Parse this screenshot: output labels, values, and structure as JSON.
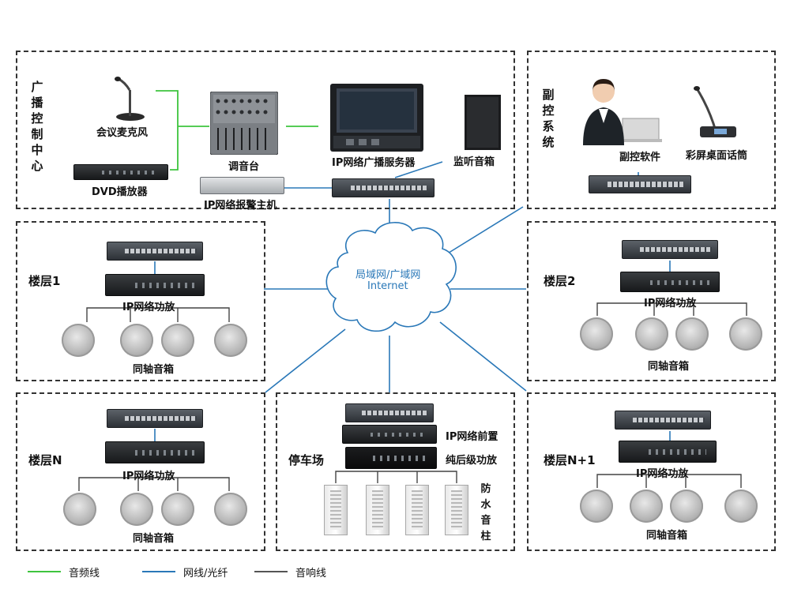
{
  "zones": {
    "broadcast_center": "广播控制中心",
    "sub_control": "副控系统",
    "floor1": "楼层1",
    "floor2": "楼层2",
    "floorN": "楼层N",
    "floorN1": "楼层N+1",
    "parking": "停车场"
  },
  "devices": {
    "microphone": "会议麦克风",
    "mixer": "调音台",
    "dvd": "DVD播放器",
    "alarm_host": "IP网络报警主机",
    "server": "IP网络广播服务器",
    "monitor_speaker": "监听音箱",
    "sub_software": "副控软件",
    "desktop_mic": "彩屏桌面话筒",
    "ip_amp": "IP网络功放",
    "coax_speaker": "同轴音箱",
    "ip_preamp": "IP网络前置",
    "post_amp": "纯后级功放",
    "waterproof_column": "防水音柱"
  },
  "network": {
    "line1": "局域网/广域网",
    "line2": "Internet"
  },
  "legend": [
    {
      "label": "音频线",
      "color": "#3ec43e"
    },
    {
      "label": "网线/光纤",
      "color": "#2a78b8"
    },
    {
      "label": "音响线",
      "color": "#555555"
    }
  ]
}
